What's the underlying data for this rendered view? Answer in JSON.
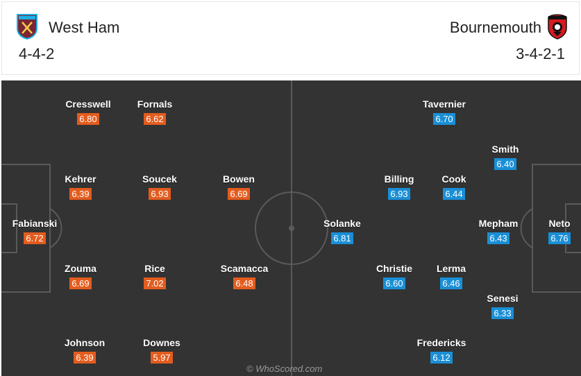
{
  "colors": {
    "home_rating_bg": "#e35c1e",
    "away_rating_bg": "#1a8fd6",
    "pitch_bg": "#333333",
    "pitch_lines": "#5a5a5a"
  },
  "home": {
    "name": "West Ham",
    "formation": "4-4-2",
    "crest_icon": "west-ham-crest-icon",
    "players": [
      {
        "name": "Cresswell",
        "rating": "6.80"
      },
      {
        "name": "Fornals",
        "rating": "6.62"
      },
      {
        "name": "Kehrer",
        "rating": "6.39"
      },
      {
        "name": "Soucek",
        "rating": "6.93"
      },
      {
        "name": "Bowen",
        "rating": "6.69"
      },
      {
        "name": "Fabianski",
        "rating": "6.72"
      },
      {
        "name": "Zouma",
        "rating": "6.69"
      },
      {
        "name": "Rice",
        "rating": "7.02"
      },
      {
        "name": "Scamacca",
        "rating": "6.48"
      },
      {
        "name": "Johnson",
        "rating": "6.39"
      },
      {
        "name": "Downes",
        "rating": "5.97"
      }
    ]
  },
  "away": {
    "name": "Bournemouth",
    "formation": "3-4-2-1",
    "crest_icon": "bournemouth-crest-icon",
    "players": [
      {
        "name": "Tavernier",
        "rating": "6.70"
      },
      {
        "name": "Smith",
        "rating": "6.40"
      },
      {
        "name": "Billing",
        "rating": "6.93"
      },
      {
        "name": "Cook",
        "rating": "6.44"
      },
      {
        "name": "Solanke",
        "rating": "6.81"
      },
      {
        "name": "Mepham",
        "rating": "6.43"
      },
      {
        "name": "Neto",
        "rating": "6.76"
      },
      {
        "name": "Christie",
        "rating": "6.60"
      },
      {
        "name": "Lerma",
        "rating": "6.46"
      },
      {
        "name": "Senesi",
        "rating": "6.33"
      },
      {
        "name": "Fredericks",
        "rating": "6.12"
      }
    ]
  },
  "watermark": "© WhoScored.com"
}
